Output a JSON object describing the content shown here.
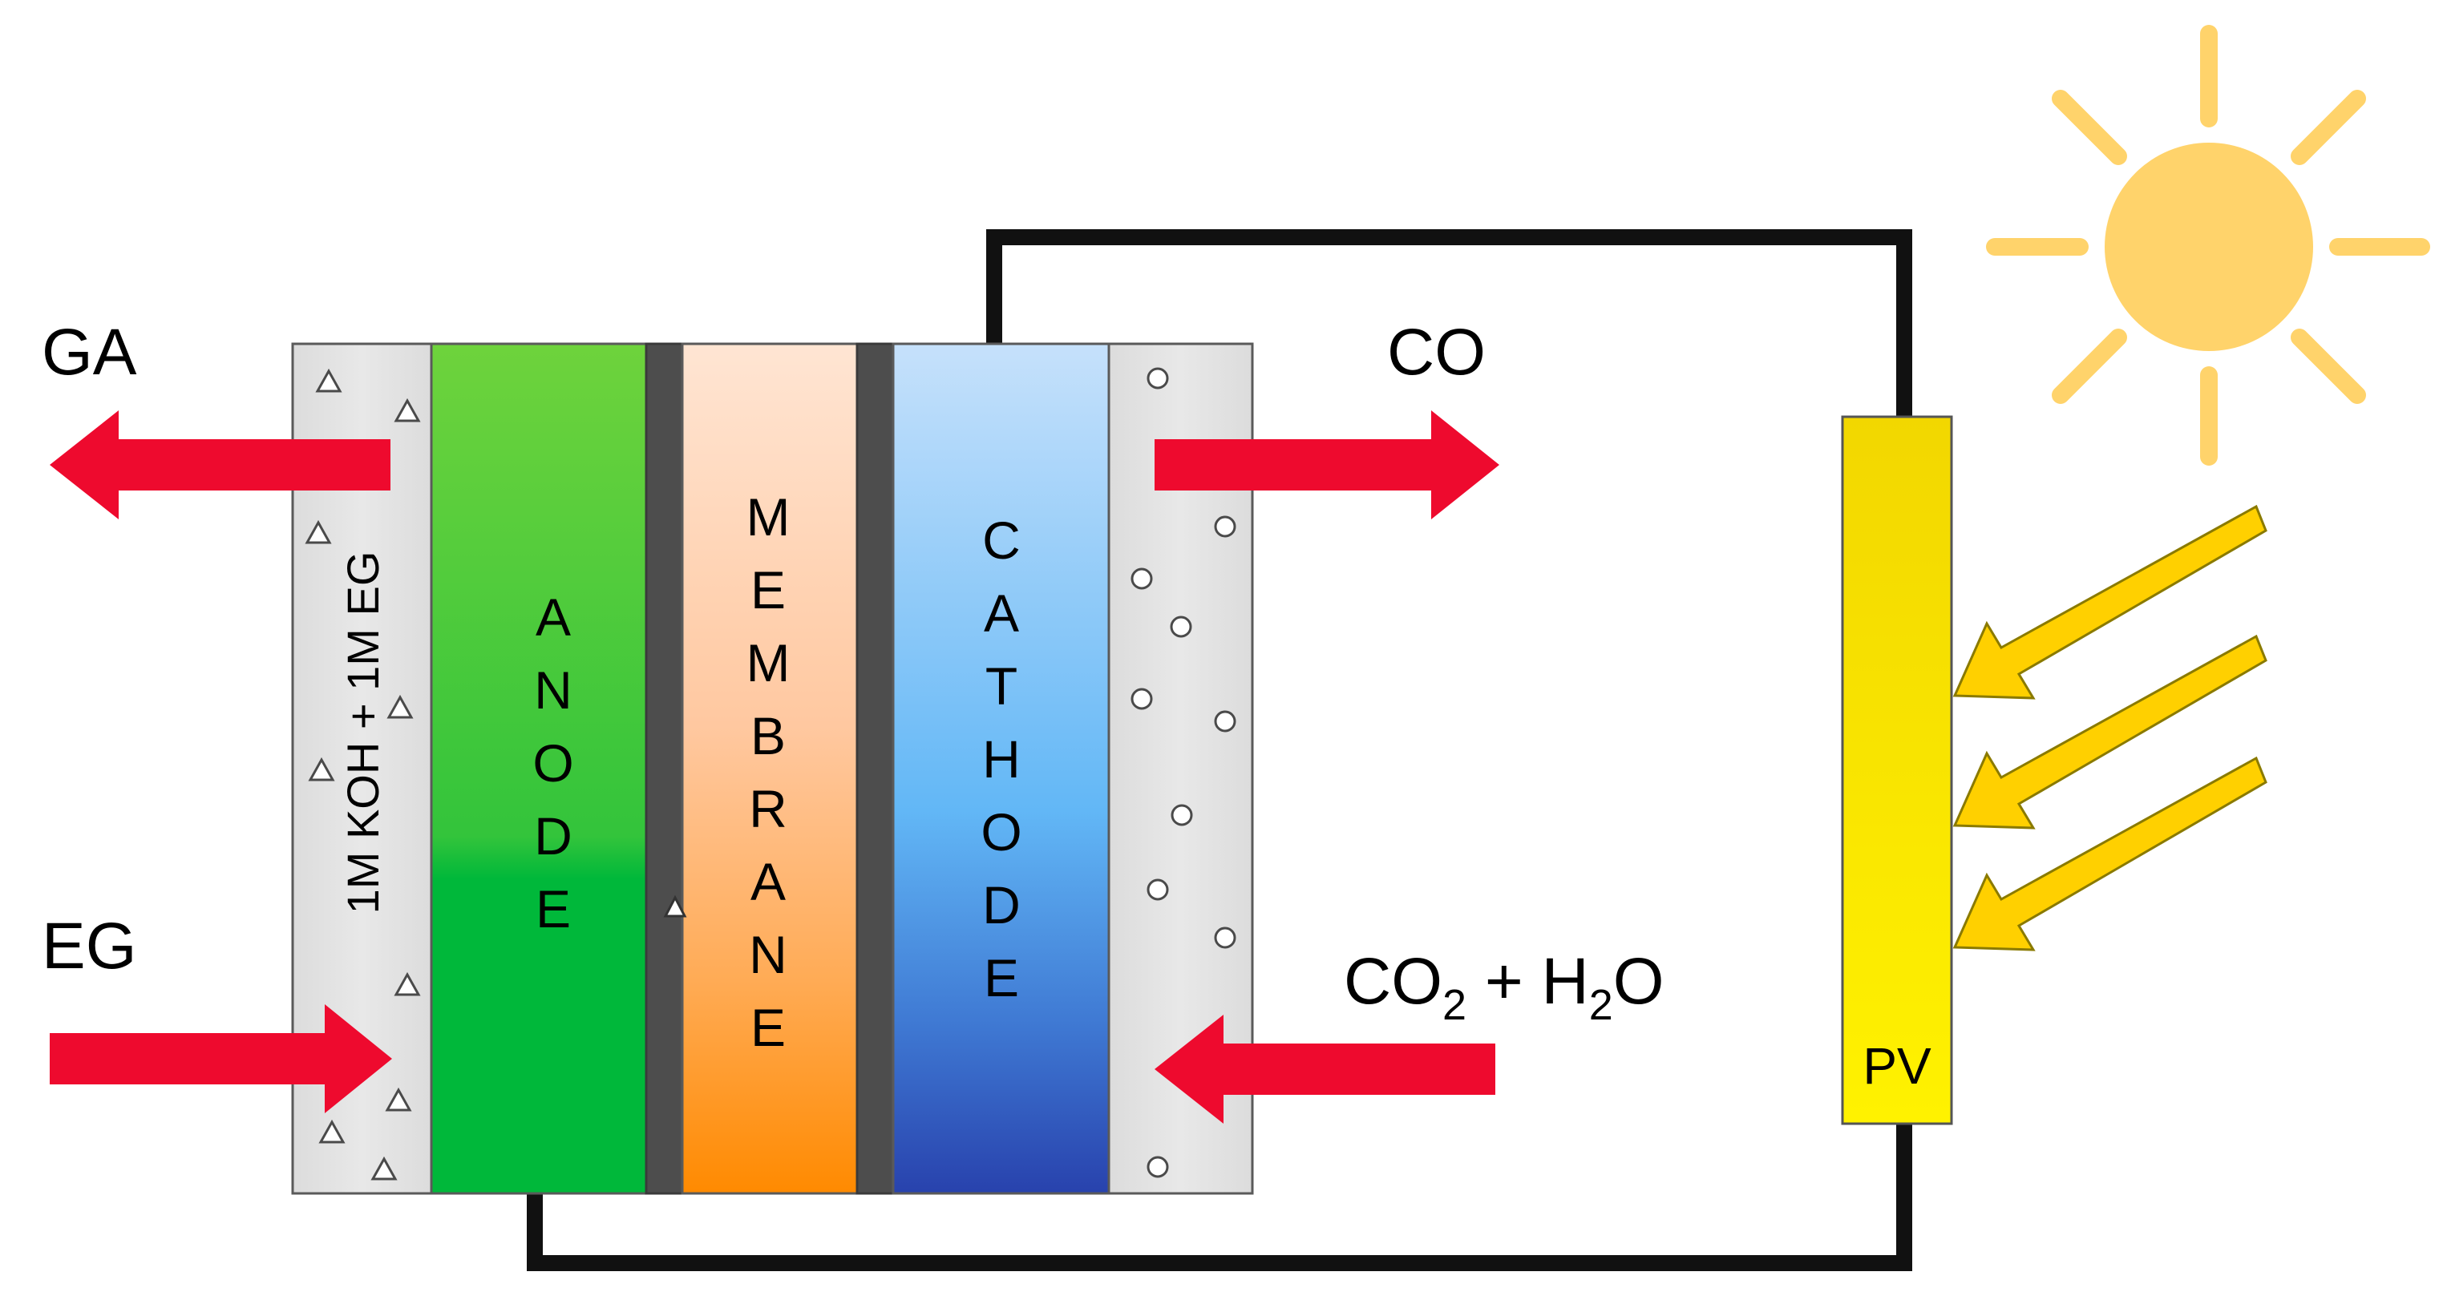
{
  "labels": {
    "ga": "GA",
    "eg": "EG",
    "co": "CO",
    "co2_h2o": {
      "co": "CO",
      "sub1": "2",
      "plus_h": " + H",
      "sub2": "2",
      "o": "O"
    },
    "electrolyte": "1M KOH + 1M EG",
    "pv": "PV"
  },
  "layers": {
    "anode": [
      "A",
      "N",
      "O",
      "D",
      "E"
    ],
    "membrane": [
      "M",
      "E",
      "M",
      "B",
      "R",
      "A",
      "N",
      "E"
    ],
    "cathode": [
      "C",
      "A",
      "T",
      "H",
      "O",
      "D",
      "E"
    ]
  },
  "colors": {
    "arrow_red": "#ee0a2e",
    "sun": "#ffd36b",
    "pv_top": "#f2d800",
    "pv_bottom": "#fff000",
    "light_arrow": "#ffd000",
    "light_arrow_outline": "#8a7a00",
    "wire": "#111111",
    "electrolyte": "#e2e2e2",
    "separator": "#4d4d4d",
    "anode_top": "#6ed33c",
    "anode_bottom": "#00b83a",
    "membrane_top": "#ffe3cf",
    "membrane_bottom": "#ff8a00",
    "cathode_top": "#c3dffb",
    "cathode_mid": "#5fb6f6",
    "cathode_bottom": "#2b4cb2"
  },
  "icons": {
    "sun": "sun-icon",
    "reactant_marker": "triangle-icon",
    "gas_bubble": "bubble-icon"
  }
}
